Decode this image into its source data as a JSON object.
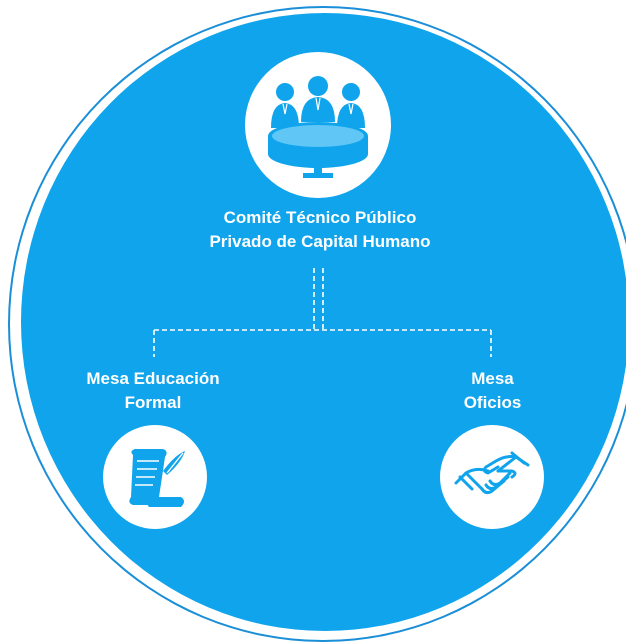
{
  "diagram": {
    "title": {
      "line1": "Comité Técnico Público",
      "line2": "Privado de Capital Humano"
    },
    "left_branch": {
      "line1": "Mesa Educación",
      "line2": "Formal",
      "icon": "scroll-quill-icon"
    },
    "right_branch": {
      "line1": "Mesa",
      "line2": "Oficios",
      "icon": "handshake-icon"
    },
    "top_icon": "meeting-table-icon",
    "colors": {
      "circle": "#0fa4ec",
      "icon_fill": "#0fa4ec",
      "text": "#ffffff",
      "ring": "#1a8fd8"
    }
  }
}
